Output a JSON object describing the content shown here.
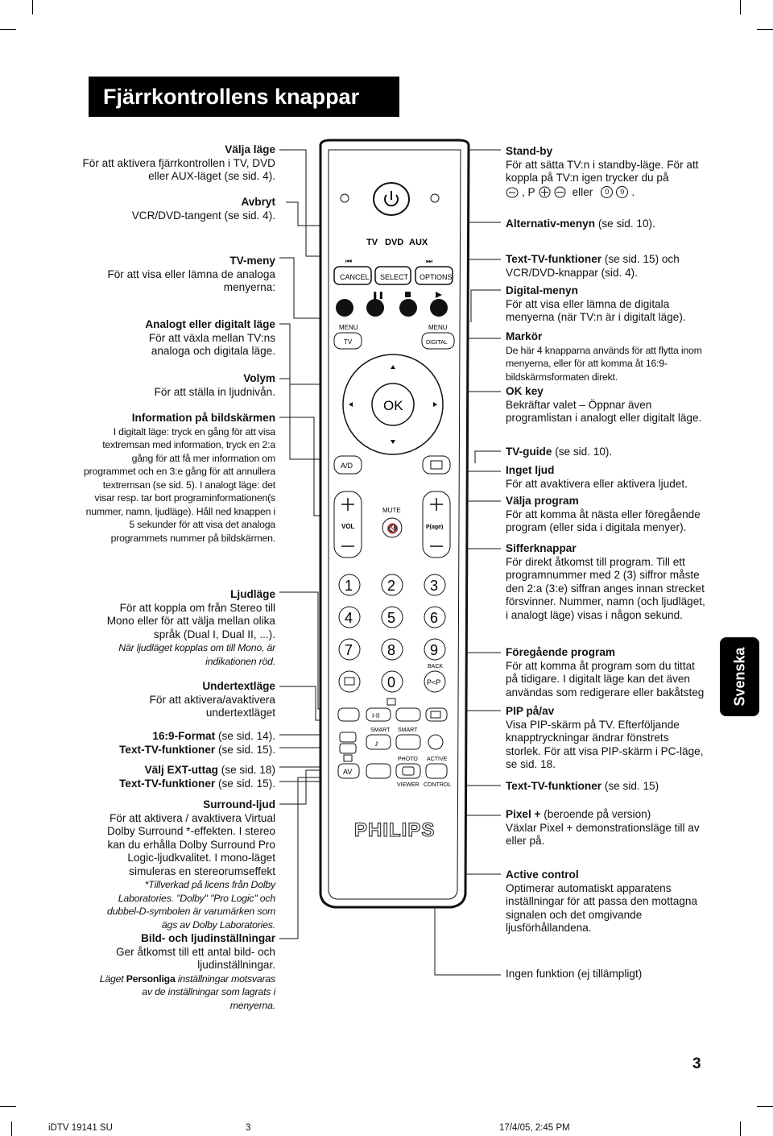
{
  "title": "Fjärrkontrollens knappar",
  "left": {
    "valja_lage": {
      "heading": "Välja läge",
      "text": "För att aktivera fjärrkontrollen i TV, DVD eller AUX-läget (se sid. 4)."
    },
    "avbryt": {
      "heading": "Avbryt",
      "text": "VCR/DVD-tangent (se sid. 4)."
    },
    "tv_meny": {
      "heading": "TV-meny",
      "text": "För att visa eller lämna de analoga menyerna:"
    },
    "analogt_digitalt": {
      "heading": "Analogt eller digitalt läge",
      "text": "För att växla mellan TV:ns analoga och digitala läge."
    },
    "volym": {
      "heading": "Volym",
      "text": "För att ställa in ljudnivån."
    },
    "information": {
      "heading": "Information på bildskärmen",
      "text": "I digitalt läge: tryck en gång för att visa textremsan med information, tryck en 2:a gång för att få mer information om programmet och en 3:e gång för att annullera textremsan (se sid. 5). I analogt läge: det visar resp. tar bort programinformationen(s nummer, namn, ljudläge). Håll ned knappen i 5 sekunder för att visa det analoga programmets nummer på bildskärmen."
    },
    "ljudlage": {
      "heading": "Ljudläge",
      "text": "För att koppla om från Stereo till Mono eller för att välja mellan olika språk (Dual I, Dual II, ...).",
      "note": "När ljudläget kopplas om till Mono, är indikationen röd."
    },
    "undertextlage": {
      "heading": "Undertextläge",
      "text": "För att aktivera/avaktivera undertextläget"
    },
    "format_169": {
      "heading": "16:9-Format",
      "ref": "(se sid. 14)."
    },
    "textv_1": {
      "heading": "Text-TV-funktioner",
      "ref": "(se sid. 15)."
    },
    "ext": {
      "heading": "Välj EXT-uttag",
      "ref": "(se sid. 18)"
    },
    "textv_2": {
      "heading": "Text-TV-funktioner",
      "ref": "(se sid. 15)."
    },
    "surround": {
      "heading": "Surround-ljud",
      "text": "För att aktivera / avaktivera Virtual Dolby Surround *-effekten. I stereo kan du erhålla Dolby Surround Pro Logic-ljudkvalitet. I mono-läget simuleras en stereorumseffekt",
      "note": "*Tillverkad på licens från Dolby Laboratories. \"Dolby\" \"Pro Logic\" och dubbel-D-symbolen är varumärken som ägs av Dolby Laboratories."
    },
    "bild_ljud": {
      "heading": "Bild- och ljudinställningar",
      "text": "Ger åtkomst till ett antal bild- och ljudinställningar.",
      "note_pre": "Läget",
      "note_bold": "Personliga",
      "note_post": "inställningar motsvaras av de inställningar som lagrats i menyerna."
    }
  },
  "right": {
    "standby": {
      "heading": "Stand-by",
      "text1": "För att sätta TV:n i standby-läge. För att koppla på TV:n igen trycker du på",
      "p_label": ", P",
      "eller": "eller",
      "digit0": "0",
      "digit9": "9"
    },
    "alternativ": {
      "heading": "Alternativ-menyn",
      "ref": "(se sid. 10)."
    },
    "textv": {
      "heading": "Text-TV-funktioner",
      "ref": "(se sid. 15) och VCR/DVD-knappar (sid. 4)."
    },
    "digital_menyn": {
      "heading": "Digital-menyn",
      "text": "För att visa eller lämna de digitala menyerna (när TV:n är i digitalt läge)."
    },
    "markor": {
      "heading": "Markör",
      "text": "De här 4 knapparna används för att flytta inom menyerna, eller för att komma åt 16:9-bildskärmsformaten direkt."
    },
    "ok": {
      "heading": "OK key",
      "text": "Bekräftar valet – Öppnar även programlistan i analogt eller digitalt läge."
    },
    "tvguide": {
      "heading": "TV-guide",
      "ref": "(se sid. 10)."
    },
    "inget_ljud": {
      "heading": "Inget ljud",
      "text": "För att avaktivera eller aktivera ljudet."
    },
    "valja_program": {
      "heading": "Välja program",
      "text": "För att komma åt nästa eller föregående program (eller sida i digitala menyer)."
    },
    "sifferknappar": {
      "heading": "Sifferknappar",
      "text": "För direkt åtkomst till program. Till ett programnummer med 2 (3) siffror måste den 2:a (3:e) siffran anges innan strecket försvinner. Nummer, namn (och ljudläget, i analogt läge) visas i någon sekund."
    },
    "foregaende": {
      "heading": "Föregående program",
      "text": "För att komma åt program som du tittat på tidigare. I digitalt läge kan det även användas som redigerare eller bakåtsteg"
    },
    "pip": {
      "heading": "PIP på/av",
      "text": "Visa PIP-skärm på TV. Efterföljande knapptryckningar ändrar fönstrets storlek. För att visa PIP-skärm i PC-läge, se sid. 18."
    },
    "textv_2": {
      "heading": "Text-TV-funktioner",
      "ref": "(se sid. 15)"
    },
    "pixel": {
      "heading": "Pixel +",
      "ref": "(beroende på version)",
      "text": "Växlar Pixel + demonstrationsläge till av eller på."
    },
    "active": {
      "heading": "Active control",
      "text": "Optimerar automatiskt apparatens inställningar för att passa den mottagna signalen och det omgivande ljusförhållandena."
    },
    "ingen": {
      "text": "Ingen funktion (ej tillämpligt)"
    }
  },
  "remote": {
    "mode_tv": "TV",
    "mode_dvd": "DVD",
    "mode_aux": "AUX",
    "cancel": "CANCEL",
    "select": "SELECT",
    "options": "OPTIONS",
    "menu_left": "MENU",
    "menu_left_sub": "TV",
    "menu_right": "MENU",
    "menu_right_sub": "DIGITAL",
    "ok": "OK",
    "ad": "A/D",
    "mute": "MUTE",
    "vol": "VOL",
    "page": "P(age)",
    "digits": [
      "1",
      "2",
      "3",
      "4",
      "5",
      "6",
      "7",
      "8",
      "9",
      "0"
    ],
    "back": "BACK",
    "pp": "P<P",
    "i_ii": "I-II",
    "smart1": "SMART",
    "smart2": "SMART",
    "photo": "PHOTO",
    "active": "ACTIVE",
    "av": "AV",
    "viewer": "VIEWER",
    "control": "CONTROL",
    "brand": "PHILIPS"
  },
  "side_tab": "Svenska",
  "page_number": "3",
  "footer": {
    "doc": "iDTV 19141 SU",
    "page": "3",
    "date": "17/4/05, 2:45 PM"
  }
}
